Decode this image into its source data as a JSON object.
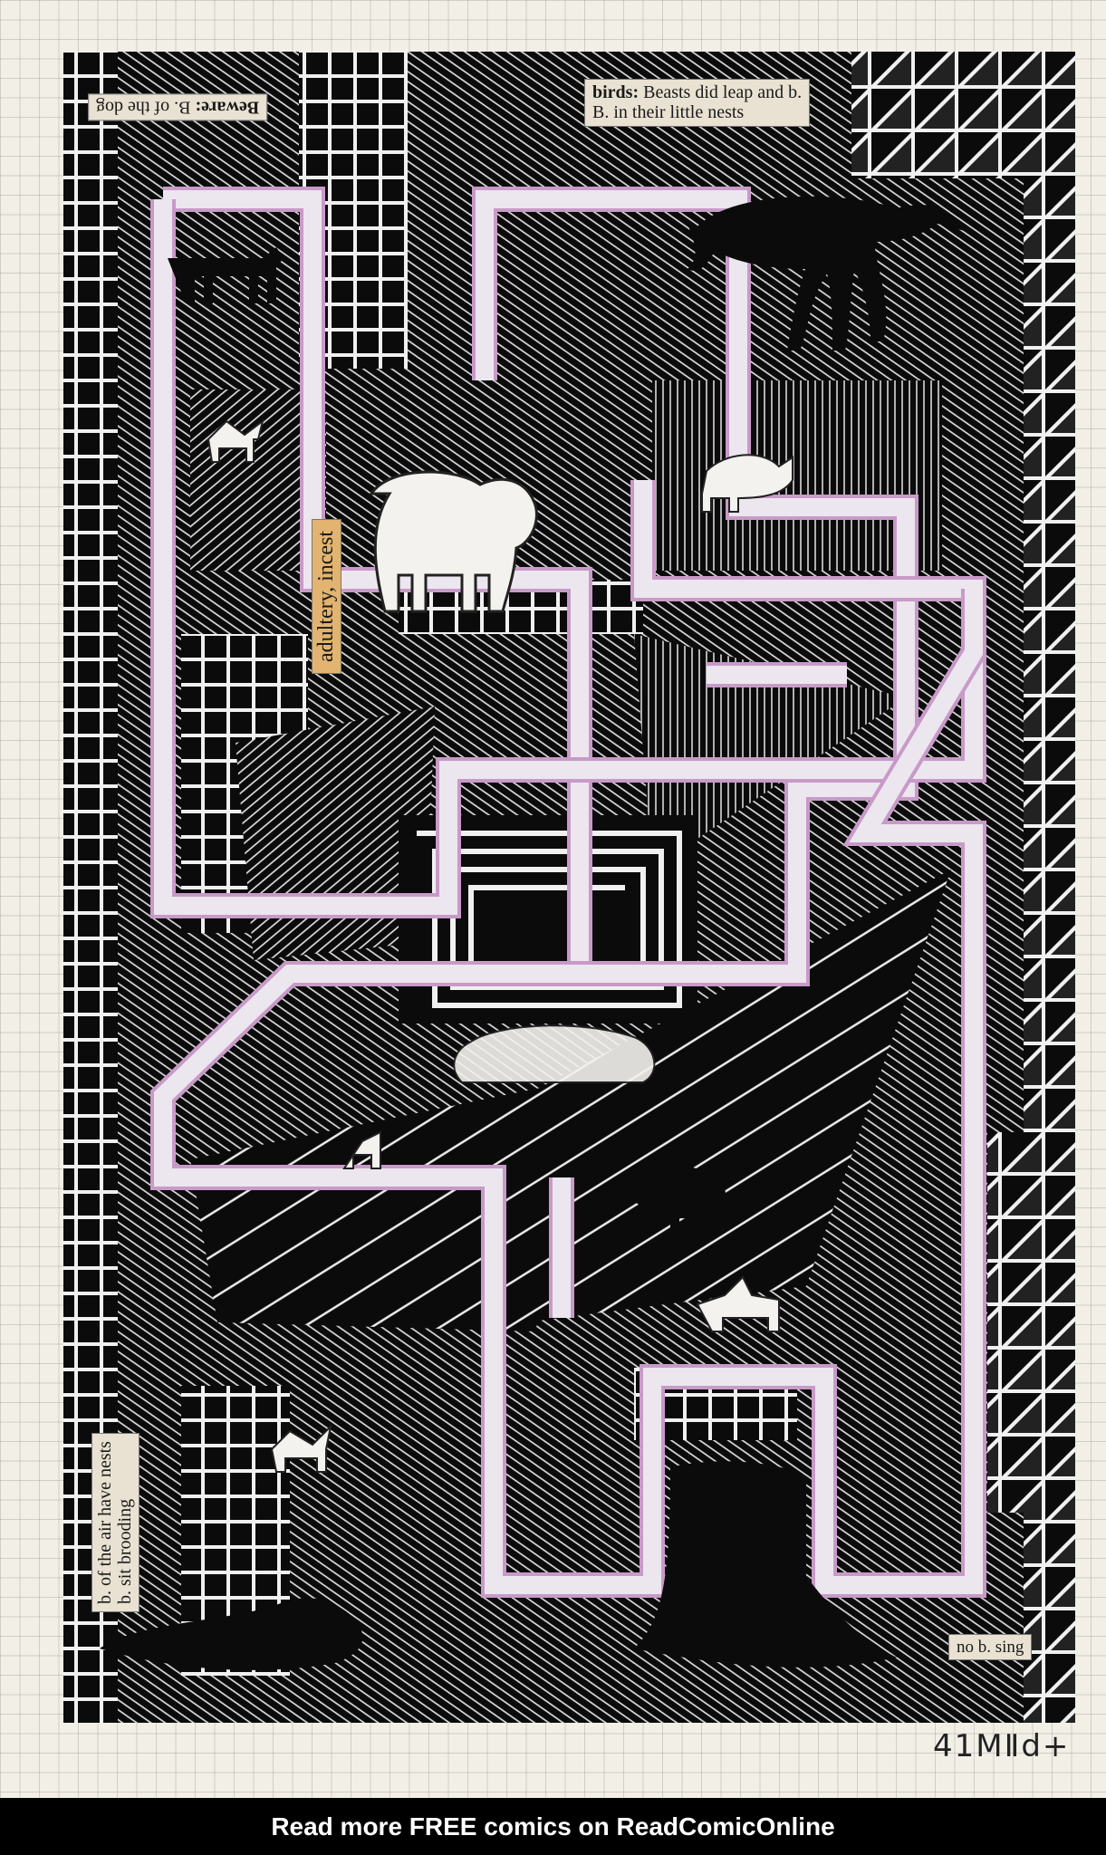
{
  "labels": {
    "beware_term": "Beware:",
    "beware_text": "B. of the dog",
    "birds_term": "birds:",
    "birds_line1": "Beasts did leap and b.",
    "birds_line2": "B. in their little nests",
    "adultery": "adultery, incest",
    "fowls_line1": "b. of the air have nests",
    "fowls_line2": "b. sit brooding",
    "no_sing": "no b. sing"
  },
  "signature": "41MⅡd+",
  "footer": {
    "link_text": "Read more FREE comics on ReadComicOnline"
  },
  "colors": {
    "ink": "#0b0b0b",
    "paper": "#f2efe6",
    "path": "#ece6ee",
    "path_edge": "#c89ac8",
    "clipping": "#e9e2d2",
    "clipping_highlight": "#e2b46f"
  }
}
